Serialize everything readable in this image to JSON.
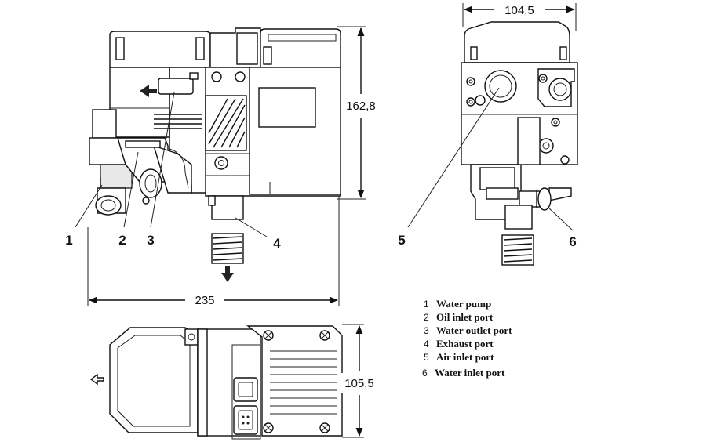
{
  "dimensions": {
    "top_width": "104,5",
    "height": "162,8",
    "length": "235",
    "depth": "105,5"
  },
  "callouts": [
    "1",
    "2",
    "3",
    "4",
    "5",
    "6"
  ],
  "legend": [
    {
      "num": "1",
      "label": "Water pump"
    },
    {
      "num": "2",
      "label": "Oil inlet port"
    },
    {
      "num": "3",
      "label": "Water outlet port"
    },
    {
      "num": "4",
      "label": "Exhaust port"
    },
    {
      "num": "5",
      "label": "Air inlet port"
    },
    {
      "num": "6",
      "label": "Water inlet port"
    }
  ]
}
